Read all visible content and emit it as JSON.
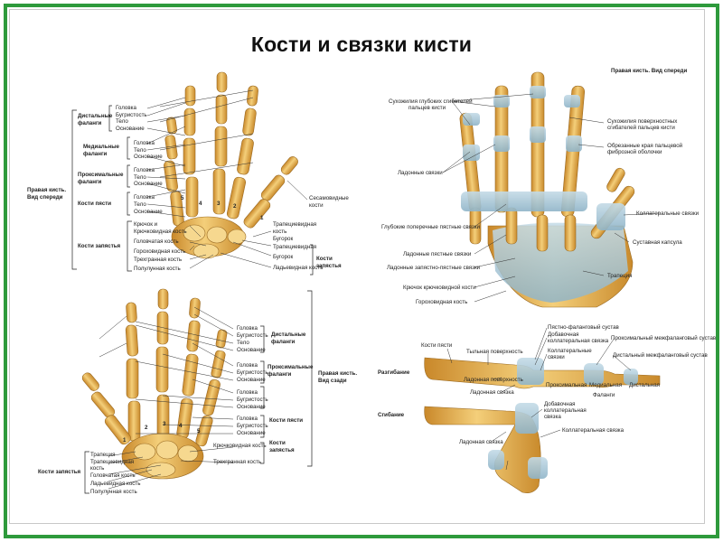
{
  "title": "Кости и связки кисти",
  "palm_view": {
    "side_caption": [
      "Правая кисть.",
      "Вид спереди"
    ],
    "groups": [
      "Дистальные",
      "фаланги",
      "Медиальные",
      "фаланги",
      "Проксимальные",
      "фаланги",
      "Кости пясти",
      "Кости запястья"
    ],
    "parts": [
      "Головка",
      "Бугристость",
      "Тело",
      "Основание",
      "Головка",
      "Тело",
      "Основание",
      "Головка",
      "Тело",
      "Основание",
      "Головка",
      "Тело",
      "Основание"
    ],
    "carpals_left": [
      "Крючок и",
      "Крючковидная кость",
      "Головчатая кость",
      "Гороховидная кость",
      "Трехгранная кость",
      "Полулунная кость"
    ],
    "right_labels": [
      "Сесамовидные",
      "кости",
      "Трапециевидная",
      "кость",
      "Бугорок",
      "Трапециевидная",
      "Бугорок",
      "Ладьевидная кость"
    ],
    "carpal_bracket": [
      "Кости",
      "запястья"
    ],
    "numbers": [
      "1",
      "2",
      "3",
      "4",
      "5"
    ]
  },
  "ligaments_view": {
    "caption": "Правая кисть. Вид спереди",
    "left_labels": [
      "Сухожилия глубоких сгибателей",
      "пальцев кисти",
      "Ладонные связки",
      "Глубокие поперечные пястные связки",
      "Ладонные пястные связки",
      "Ладонные запястно-пястные связки",
      "Крючок крючковидной кости",
      "Гороховидная кость"
    ],
    "right_labels": [
      "Сухожилия поверхностных",
      "сгибателей пальцев кисти",
      "Обрезанные края пальцевой",
      "фиброзной оболочки",
      "Коллатеральные связки",
      "Суставная капсула",
      "Трапеция"
    ]
  },
  "dorsal_view": {
    "side_caption": [
      "Правая кисть.",
      "Вид сзади"
    ],
    "groups": [
      "Дистальные",
      "фаланги",
      "Проксимальные",
      "фаланги",
      "Кости пясти",
      "Кости",
      "запястья"
    ],
    "parts": [
      "Головка",
      "Бугристость",
      "Тело",
      "Основание",
      "Головка",
      "Бугристость",
      "Основание",
      "Головка",
      "Бугристость",
      "Основание",
      "Головка",
      "Бугристость",
      "Основание"
    ],
    "right_bones": [
      "Крючковидная кость",
      "Трехгранная кость"
    ],
    "left_caption": "Кости запястья",
    "left_bones": [
      "Трапеция",
      "Трапециевидная",
      "кость",
      "Головчатая кость",
      "Ладьевидная кость",
      "Полулунная кость"
    ],
    "numbers": [
      "1",
      "2",
      "3",
      "4",
      "5"
    ]
  },
  "joints_view": {
    "extension": "Разгибание",
    "flexion": "Сгибание",
    "ext_labels": [
      "Кости пясти",
      "Тыльная поверхность",
      "Ладонная поверхность",
      "Пястно-фаланговый сустав",
      "Добавочная",
      "коллатеральная связка",
      "Коллатеральные",
      "связки",
      "Проксимальный межфаланговый сустав",
      "Дистальный межфаланговый сустав",
      "Проксимальная",
      "Медиальная",
      "Дистальная",
      "Фаланги"
    ],
    "flex_labels": [
      "Ладонная связка",
      "Добавочная",
      "коллатеральная",
      "связка",
      "Ладонная связка",
      "Коллатеральная связка"
    ]
  },
  "colors": {
    "frame": "#2e9a3c",
    "bone": "#e8b24a",
    "bone_light": "#f6d88f",
    "ligament": "#a9c7d8"
  }
}
